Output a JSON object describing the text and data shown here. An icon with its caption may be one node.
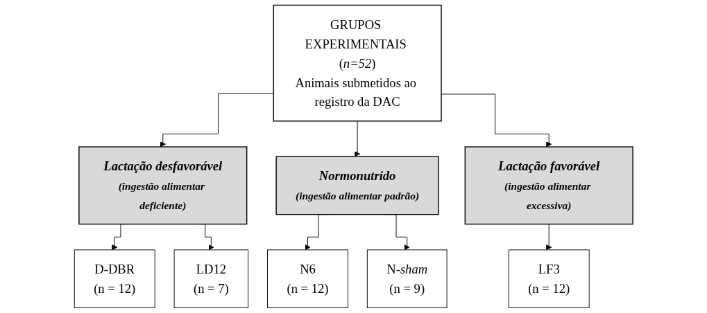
{
  "diagram": {
    "nodes": [
      {
        "text": [
          "GRUPOS EXPERIMENTAIS (*n=52*)",
          "Animais submetidos ao registro da DAC"
        ]
      },
      {
        "text": [
          "Lactação desfavorável",
          "(ingestão alimentar deficiente)"
        ]
      },
      {
        "text": [
          "Normonutrido",
          "(ingestão alimentar padrão)"
        ]
      },
      {
        "text": [
          "Lactação favorável",
          "(ingestão alimentar excessiva)"
        ]
      },
      {
        "text": [
          "D-DBR",
          "(n = 12)"
        ]
      },
      {
        "text": [
          "LD12",
          "(n = 7)"
        ]
      },
      {
        "text": [
          "N6",
          "(n = 12)"
        ]
      },
      {
        "text": [
          "N-*sham*",
          "(n = 9)"
        ]
      },
      {
        "text": [
          "LF3",
          "(n = 12)"
        ]
      }
    ],
    "edges": [
      {
        "from": 0,
        "to": 1,
        "arrow": "to"
      },
      {
        "from": 0,
        "to": 2,
        "arrow": "to"
      },
      {
        "from": 0,
        "to": 3,
        "arrow": "to"
      },
      {
        "from": 1,
        "to": 4,
        "arrow": "to"
      },
      {
        "from": 1,
        "to": 5,
        "arrow": "to"
      },
      {
        "from": 2,
        "to": 6,
        "arrow": "to"
      },
      {
        "from": 2,
        "to": 7,
        "arrow": "to"
      },
      {
        "from": 3,
        "to": 8,
        "arrow": "to"
      }
    ]
  }
}
